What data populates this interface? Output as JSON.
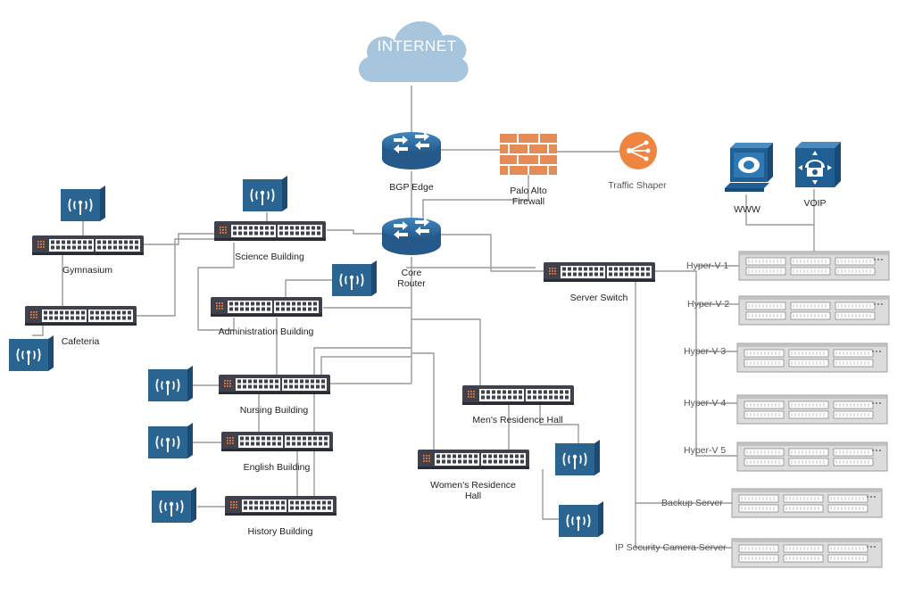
{
  "internet": {
    "label": "INTERNET"
  },
  "edge": {
    "bgp_edge": "BGP Edge",
    "firewall": "Palo Alto\nFirewall",
    "traffic_shaper": "Traffic Shaper"
  },
  "core": {
    "core_router": "Core\nRouter",
    "server_switch": "Server Switch"
  },
  "services": {
    "www": "WWW",
    "voip": "VOIP"
  },
  "buildings": {
    "gymnasium": "Gymnasium",
    "science": "Science Building",
    "cafeteria": "Cafeteria",
    "administration": "Administration Building",
    "nursing": "Nursing Building",
    "english": "English Building",
    "history": "History Building",
    "mens_hall": "Men's Residence Hall",
    "womens_hall": "Women's Residence\nHall"
  },
  "servers": {
    "hv1": "Hyper-V 1",
    "hv2": "Hyper-V 2",
    "hv3": "Hyper-V 3",
    "hv4": "Hyper-V 4",
    "hv5": "Hyper-V 5",
    "backup": "Backup Server",
    "camera": "IP Security Camera Server"
  },
  "colors": {
    "cloud": "#a7c6dd",
    "router": "#2f6ea6",
    "switch": "#3f424d",
    "wifi": "#2a6592",
    "firewall": "#e58b56",
    "shaper": "#ee8642",
    "server": "#dcdcdc",
    "line": "#9a9a9a"
  }
}
